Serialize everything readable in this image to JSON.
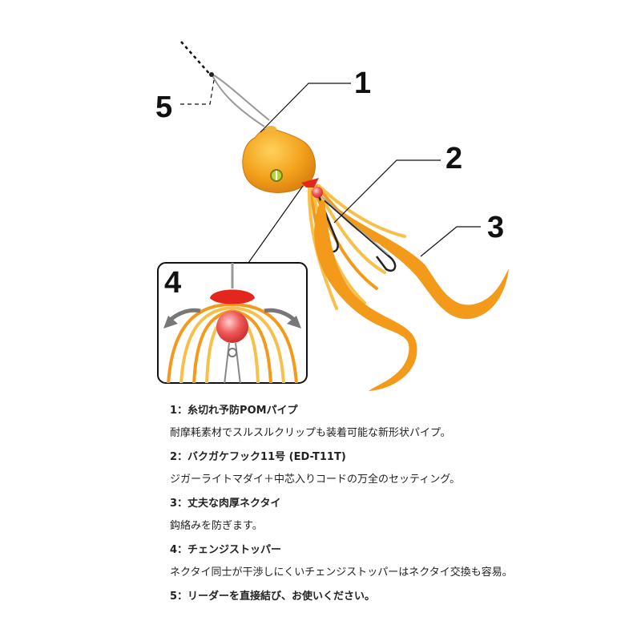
{
  "callouts": {
    "c1": "1",
    "c2": "2",
    "c3": "3",
    "c4": "4",
    "c5": "5"
  },
  "notes": [
    {
      "title": "1：糸切れ予防POMパイプ",
      "desc": "耐摩耗素材でスルスルクリップも装着可能な新形状パイプ。"
    },
    {
      "title": "2：バクガケフック11号 (ED-T11T)",
      "desc": "ジガーライトマダイ＋中芯入りコードの万全のセッティング。"
    },
    {
      "title": "3：丈夫な肉厚ネクタイ",
      "desc": "鈎絡みを防ぎます。"
    },
    {
      "title": "4：チェンジストッパー",
      "desc": "ネクタイ同士が干渉しにくいチェンジストッパーはネクタイ交換も容易。"
    },
    {
      "title": "5：リーダーを直接結び、お使いください。",
      "desc": ""
    }
  ],
  "colors": {
    "head": "#f3a21c",
    "skirt": "#f39a1a",
    "stopper": "#e3261e",
    "bead": "#ef5a5a",
    "eye": "#b7d63a"
  }
}
